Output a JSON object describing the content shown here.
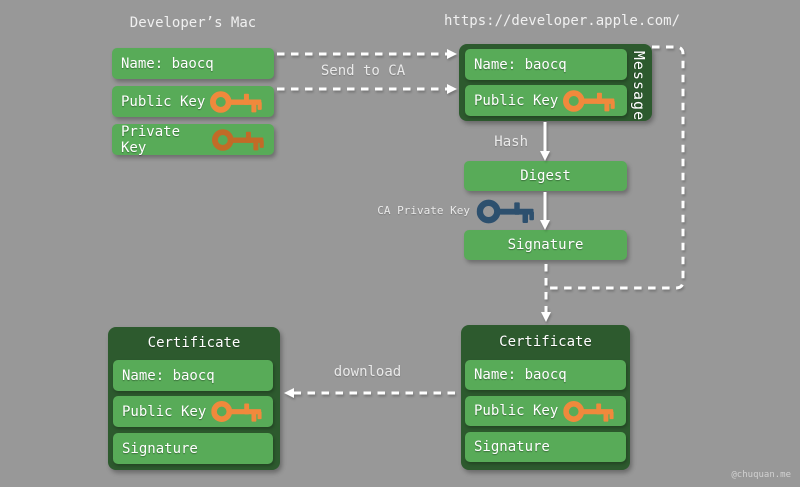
{
  "colors": {
    "background": "#989898",
    "box_green": "#58ab58",
    "container_green": "#2d5a2e",
    "public_key_orange": "#f0893c",
    "private_key_orange": "#c26b27",
    "ca_key_blue": "#2d506e"
  },
  "developer_mac": {
    "title": "Developer’s Mac",
    "name_box": "Name: baocq",
    "public_key_box": "Public Key",
    "private_key_box": "Private Key"
  },
  "ca_site": {
    "title": "https://developer.apple.com/",
    "message_label": "Message",
    "name_box": "Name: baocq",
    "public_key_box": "Public Key"
  },
  "flow": {
    "send_to_ca": "Send to CA",
    "hash": "Hash",
    "digest": "Digest",
    "ca_private_key": "CA Private Key",
    "signature": "Signature",
    "download": "download"
  },
  "certificate_right": {
    "title": "Certificate",
    "rows": [
      "Name: baocq",
      "Public Key",
      "Signature"
    ]
  },
  "certificate_left": {
    "title": "Certificate",
    "rows": [
      "Name: baocq",
      "Public Key",
      "Signature"
    ]
  },
  "icons": {
    "public_key": "orange-key",
    "private_key": "dark-orange-key",
    "ca_private_key": "blue-key"
  },
  "watermark": "@chuquan.me"
}
